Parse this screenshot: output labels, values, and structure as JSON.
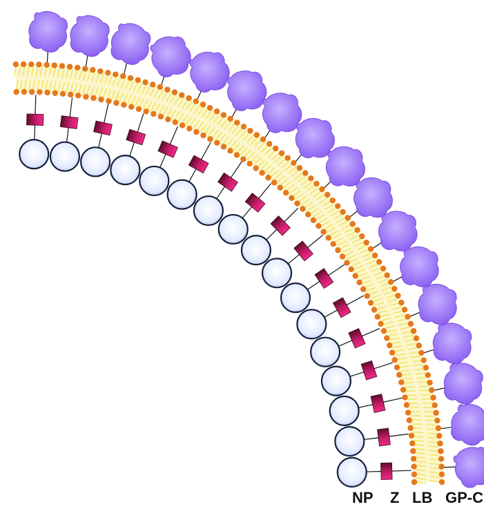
{
  "figure": {
    "labels": {
      "np": "NP",
      "z": "Z",
      "lb": "LB",
      "gp": "GP-C"
    }
  },
  "colors": {
    "background": "#ffffff",
    "gp_fill": "#9b73f5",
    "gp_highlight": "#c6b0ff",
    "headgroup": "#e5781d",
    "tail": "#f3e25a",
    "bilayer_fill": "#fbf6cc",
    "z_light": "#ef2a86",
    "z_dark": "#5c0d2c",
    "np_fill": "#dfe8ff",
    "np_edge": "#16203b",
    "connector": "#111111"
  },
  "icons": {
    "gp": "glycoprotein-blob",
    "z": "z-protein-rect",
    "np": "nucleoprotein-circle",
    "lipid": "phospholipid"
  }
}
